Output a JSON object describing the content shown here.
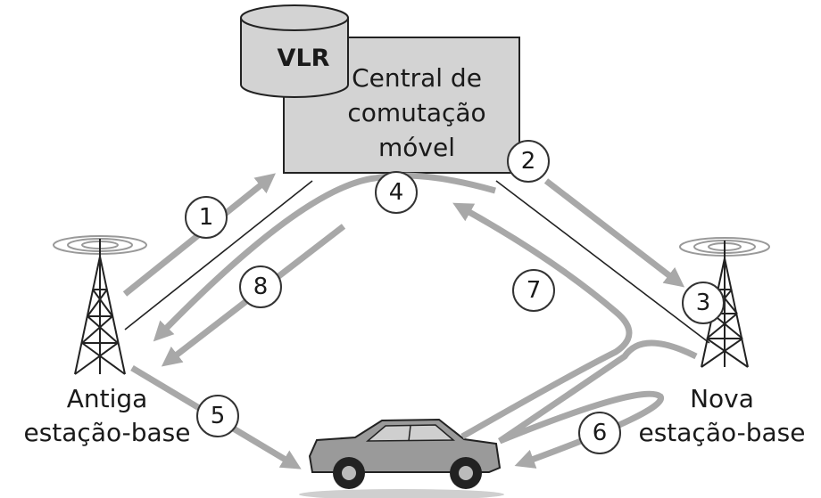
{
  "msc": {
    "lines": [
      "Central de",
      "comutação",
      "móvel"
    ]
  },
  "vlr": {
    "label": "VLR"
  },
  "old_bs": {
    "line1": "Antiga",
    "line2": "estação-base"
  },
  "new_bs": {
    "line1": "Nova",
    "line2": "estação-base"
  },
  "steps": [
    "1",
    "2",
    "3",
    "4",
    "5",
    "6",
    "7",
    "8"
  ],
  "colors": {
    "arrow": "#a8a8a8",
    "msc_fill": "#d3d3d3",
    "line": "#222222"
  }
}
